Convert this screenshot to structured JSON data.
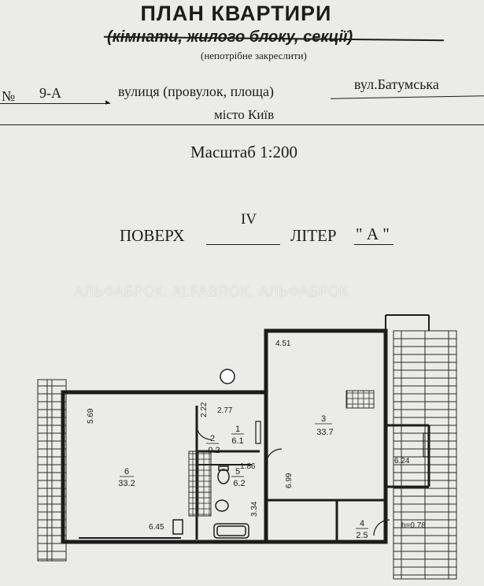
{
  "header": {
    "title": "ПЛАН КВАРТИРИ",
    "subtitle": "(кімнати, жилого блоку, секції)",
    "note": "(непотрібне закреслити)"
  },
  "address": {
    "number_label": "№",
    "number_value": "9-А",
    "street_label": "вулиця (провулок, площа)",
    "street_value": "вул.Батумська",
    "city": "місто Київ"
  },
  "scale": "Масштаб 1:200",
  "floor": {
    "label": "ПОВЕРХ",
    "value": "IV",
    "liter_label": "ЛІТЕР",
    "liter_value": "\" А \""
  },
  "watermark": "АЛЬФАБРОК. ALFABROK. АЛЬФАБРОК",
  "plan": {
    "rooms": [
      {
        "number": "1",
        "area": "6.1"
      },
      {
        "number": "2",
        "area": "0.2"
      },
      {
        "number": "3",
        "area": "33.7"
      },
      {
        "number": "4",
        "area": "2.5"
      },
      {
        "number": "5",
        "area": "6.2"
      },
      {
        "number": "6",
        "area": "33.2"
      }
    ],
    "dimensions": [
      "4.51",
      "5.69",
      "2.22",
      "2.77",
      "6.99",
      "6.24",
      "1.86",
      "3.34",
      "6.45",
      "h=0.78"
    ]
  },
  "colors": {
    "ink": "#1c1c1c",
    "paper": "#ebebe9",
    "grid": "#2a2a2a"
  }
}
